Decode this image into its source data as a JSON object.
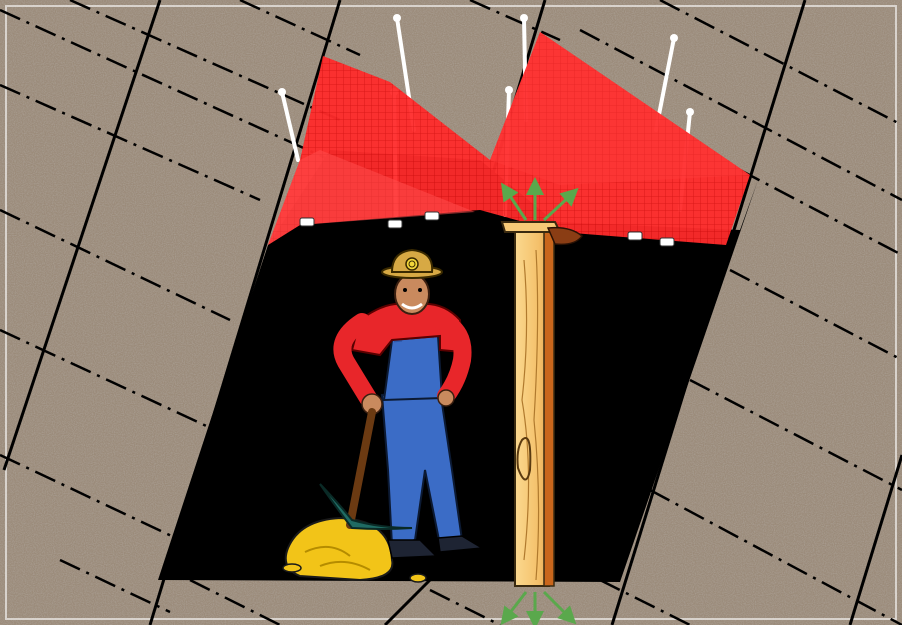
{
  "scene": {
    "palette": {
      "rock": "#9b8b7a",
      "rock_speckle_dark": "#6e6152",
      "rock_speckle_light": "#c8bcaf",
      "tunnel": "#000000",
      "mesh": "#ff2b2b",
      "mesh_grid": "#c40000",
      "bolt": "#ffffff",
      "post_wood": "#f7c977",
      "post_shadow": "#c9661c",
      "arrow": "#5aa84c",
      "gold": "#f2c418",
      "overalls": "#3b6cc6",
      "shirt": "#e8262a",
      "hat": "#d7a944",
      "skin": "#c98a5e"
    },
    "elements": {
      "rock_mass": "rock-mass",
      "tunnel": "tunnel-opening",
      "mesh": "wire-mesh-roof-support",
      "rock_bolts": "rock-bolts",
      "timber_post": "timber-prop",
      "load_arrows": "load-arrows",
      "miner": "miner-figure",
      "pickaxe": "pickaxe",
      "gold_pile": "gold-ore-pile"
    }
  }
}
